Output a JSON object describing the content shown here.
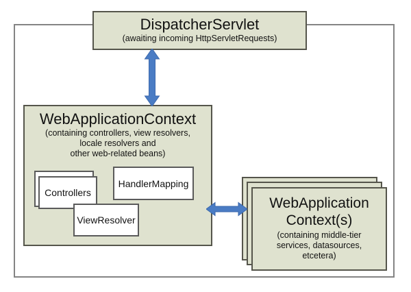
{
  "dispatcher_servlet": {
    "title": "DispatcherServlet",
    "subtitle": "(awaiting incoming HttpServletRequests)"
  },
  "web_application_context": {
    "title": "WebApplicationContext",
    "subtitle_lines": [
      "(containing controllers, view resolvers,",
      "locale resolvers and",
      "other web-related beans)"
    ],
    "children": {
      "controllers": "Controllers",
      "handler_mapping": "HandlerMapping",
      "view_resolver": "ViewResolver"
    }
  },
  "middle_tier_contexts": {
    "title_lines": [
      "WebApplication",
      "Context(s)"
    ],
    "subtitle_lines": [
      "(containing middle-tier",
      "services, datasources,",
      "etcetera)"
    ]
  },
  "connectors": {
    "vertical_arrow": "bidirectional arrow between DispatcherServlet and WebApplicationContext",
    "horizontal_arrow": "bidirectional arrow between WebApplicationContext and WebApplicationContext(s)"
  },
  "colors": {
    "box_fill": "#dfe2cf",
    "box_border": "#55554b",
    "outer_border": "#848484",
    "inner_border": "#5a5a5a",
    "arrow": "#4a7cc4",
    "text": "#111111"
  }
}
